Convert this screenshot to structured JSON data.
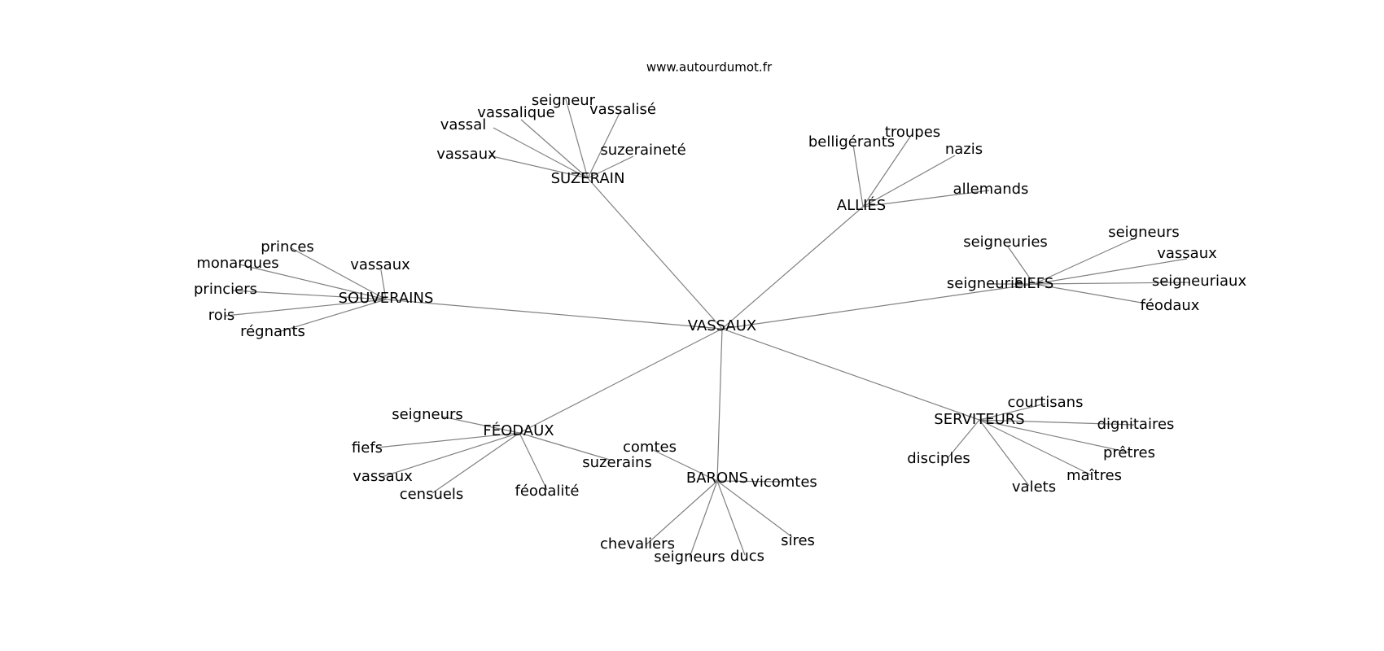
{
  "watermark": "www.autourdumot.fr",
  "colors": {
    "edge": "#808080",
    "text": "#000000",
    "background": "#ffffff"
  },
  "graph": {
    "center": "VASSAUX",
    "groups": [
      {
        "hub": "SUZERAIN",
        "leaves": [
          "vassaux",
          "vassal",
          "vassalique",
          "seigneur",
          "vassalisé",
          "suzeraineté"
        ]
      },
      {
        "hub": "ALLIÉS",
        "leaves": [
          "belligérants",
          "troupes",
          "nazis",
          "allemands"
        ]
      },
      {
        "hub": "FIEFS",
        "leaves": [
          "seigneuries",
          "seigneurs",
          "vassaux",
          "seigneurie",
          "seigneuriaux",
          "féodaux"
        ]
      },
      {
        "hub": "SOUVERAINS",
        "leaves": [
          "princes",
          "monarques",
          "vassaux",
          "princiers",
          "rois",
          "régnants"
        ]
      },
      {
        "hub": "FÉODAUX",
        "leaves": [
          "seigneurs",
          "fiefs",
          "vassaux",
          "censuels",
          "féodalité",
          "suzerains"
        ]
      },
      {
        "hub": "BARONS",
        "leaves": [
          "comtes",
          "vicomtes",
          "chevaliers",
          "seigneurs",
          "ducs",
          "sires"
        ]
      },
      {
        "hub": "SERVITEURS",
        "leaves": [
          "courtisans",
          "dignitaires",
          "disciples",
          "prêtres",
          "maîtres",
          "valets"
        ]
      }
    ]
  }
}
